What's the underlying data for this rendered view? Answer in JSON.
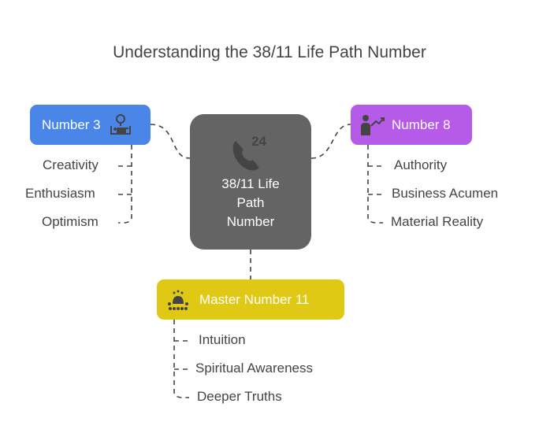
{
  "title": "Understanding the 38/11 Life Path Number",
  "center": {
    "label": "38/11 Life Path Number",
    "lines": [
      "38/11 Life",
      "Path",
      "Number"
    ],
    "icon": "phone-24-icon",
    "color": "#646464"
  },
  "branches": [
    {
      "label": "Number 3",
      "color": "#4a86e8",
      "icon": "idea-lightbulb-icon",
      "items": [
        "Creativity",
        "Enthusiasm",
        "Optimism"
      ]
    },
    {
      "label": "Number 8",
      "color": "#b55be8",
      "icon": "businessman-growth-icon",
      "items": [
        "Authority",
        "Business Acumen",
        "Material Reality"
      ]
    },
    {
      "label": "Master Number 11",
      "color": "#dfc914",
      "icon": "enlightenment-icon",
      "items": [
        "Intuition",
        "Spiritual Awareness",
        "Deeper Truths"
      ]
    }
  ]
}
